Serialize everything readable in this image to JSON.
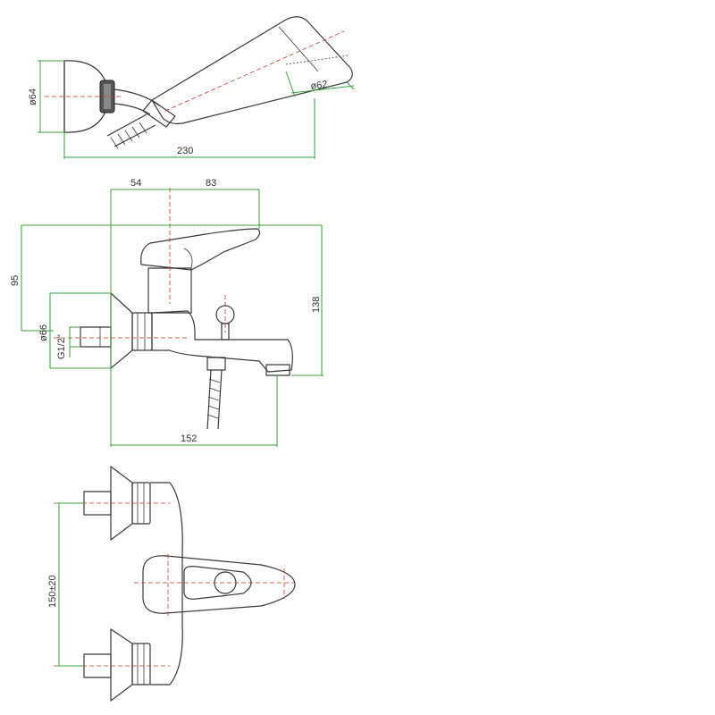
{
  "shower_head_view": {
    "dims": {
      "head_diameter": "ø64",
      "spray_diameter": "ø62",
      "total_length": "230"
    }
  },
  "side_view": {
    "dims": {
      "spout_offset": "54",
      "lever_reach": "83",
      "height_95": "95",
      "height_138": "138",
      "flange_diameter": "ø66",
      "thread": "G1/2\"",
      "depth": "152"
    }
  },
  "front_view": {
    "dims": {
      "inlet_spacing": "150±20"
    }
  },
  "colors": {
    "outline": "#3a3a3a",
    "dimension": "#3aa33a",
    "axis": "#c0392b"
  }
}
